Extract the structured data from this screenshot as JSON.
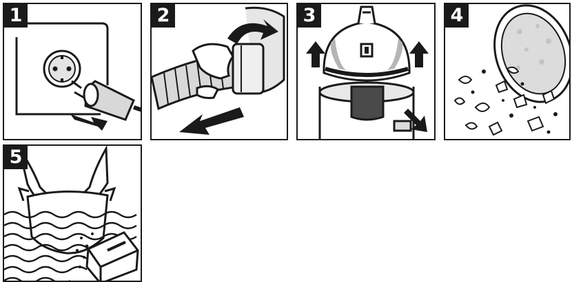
{
  "steps": [
    {
      "number": "1",
      "illustration": "unplug-icon"
    },
    {
      "number": "2",
      "illustration": "remove-hose-icon"
    },
    {
      "number": "3",
      "illustration": "lift-motor-head-icon"
    },
    {
      "number": "4",
      "illustration": "empty-debris-icon"
    },
    {
      "number": "5",
      "illustration": "rinse-filter-icon"
    }
  ],
  "colors": {
    "ink": "#1a1a1a",
    "tint": "#cfcfcf",
    "paper": "#ffffff"
  }
}
